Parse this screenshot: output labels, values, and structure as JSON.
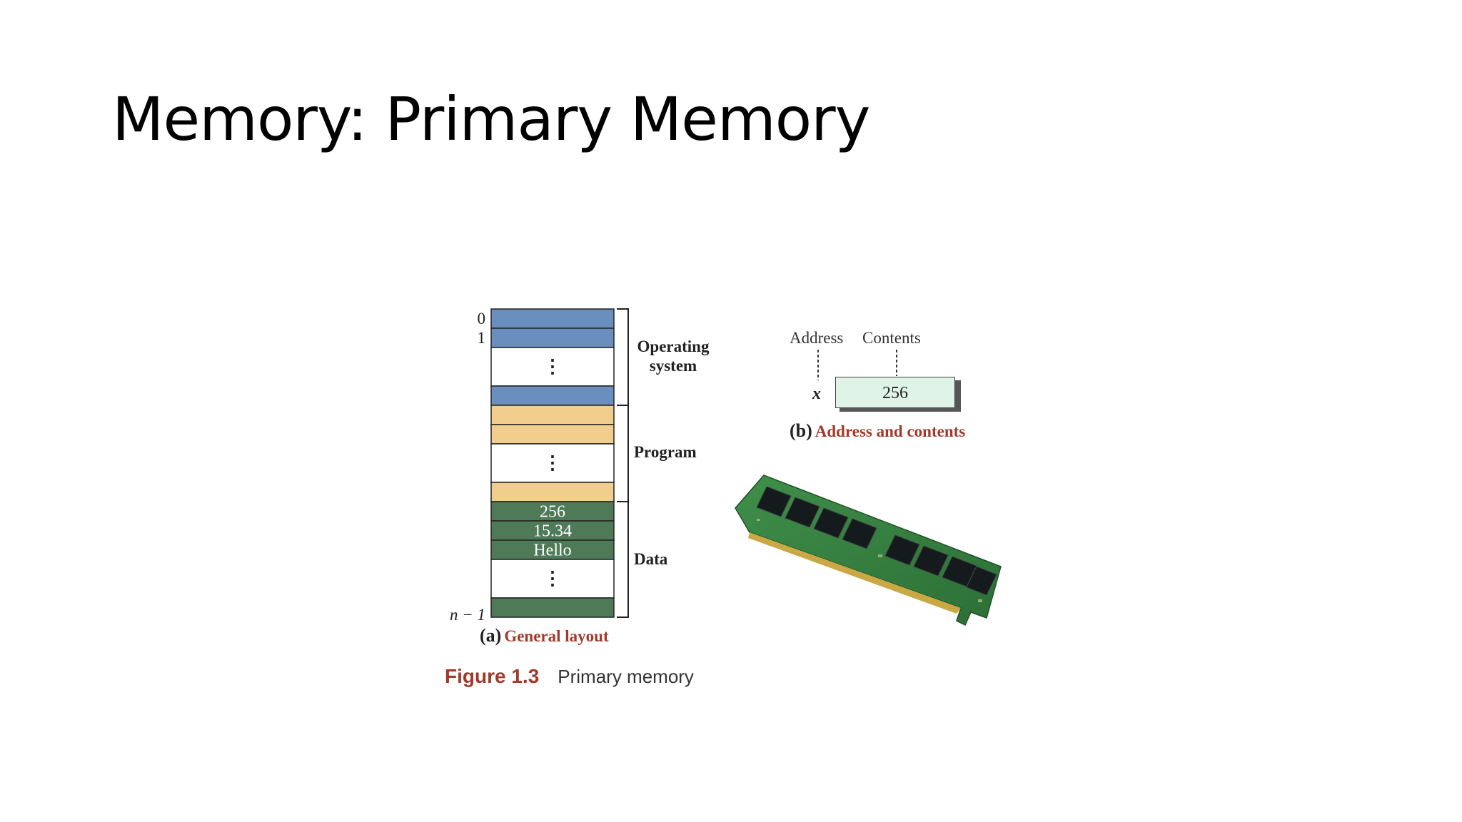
{
  "slide": {
    "title": "Memory: Primary Memory"
  },
  "colors": {
    "os": "#6a8fbf",
    "program": "#f2ce8e",
    "data": "#4e7a57",
    "empty": "#ffffff",
    "caption_red": "#a23a2a",
    "contents_box": "#dff3e6"
  },
  "layout_diagram": {
    "addresses": {
      "first": "0",
      "second": "1",
      "last": "n − 1"
    },
    "cells": [
      {
        "kind": "os",
        "text": ""
      },
      {
        "kind": "os",
        "text": ""
      },
      {
        "kind": "empty",
        "text": "⋮"
      },
      {
        "kind": "os",
        "text": ""
      },
      {
        "kind": "program",
        "text": ""
      },
      {
        "kind": "program",
        "text": ""
      },
      {
        "kind": "empty",
        "text": "⋮"
      },
      {
        "kind": "program",
        "text": ""
      },
      {
        "kind": "data",
        "text": "256"
      },
      {
        "kind": "data",
        "text": "15.34"
      },
      {
        "kind": "data",
        "text": "Hello"
      },
      {
        "kind": "empty",
        "text": "⋮"
      },
      {
        "kind": "data",
        "text": ""
      }
    ],
    "sections": {
      "os_line1": "Operating",
      "os_line2": "system",
      "program": "Program",
      "data": "Data"
    },
    "caption_letter": "(a)",
    "caption_text": "General layout"
  },
  "address_diagram": {
    "address_label": "Address",
    "contents_label": "Contents",
    "variable": "x",
    "value": "256",
    "caption_letter": "(b)",
    "caption_text": "Address and contents"
  },
  "figure_caption": {
    "number": "Figure 1.3",
    "text": "Primary memory"
  },
  "photo": {
    "icon": "ram-module-icon"
  }
}
